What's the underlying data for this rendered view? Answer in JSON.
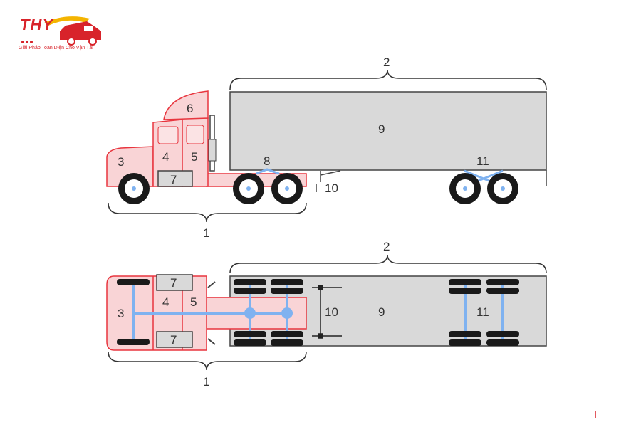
{
  "logo": {
    "brand": "THY",
    "tagline": "Giải Pháp Toàn Diện Cho Vận Tải"
  },
  "colors": {
    "cab_fill": "#f9d4d6",
    "cab_stroke": "#e8353e",
    "trailer_fill": "#d9d9d9",
    "trailer_stroke": "#444444",
    "axle": "#7fb2f0",
    "tire": "#1a1a1a",
    "brand_red": "#d8232a",
    "brand_yellow": "#f4b400"
  },
  "side_view": {
    "labels": [
      "1",
      "2",
      "3",
      "4",
      "5",
      "6",
      "7",
      "8",
      "9",
      "10",
      "11"
    ]
  },
  "top_view": {
    "labels": [
      "1",
      "2",
      "3",
      "4",
      "5",
      "7",
      "7",
      "9",
      "10",
      "11"
    ]
  }
}
